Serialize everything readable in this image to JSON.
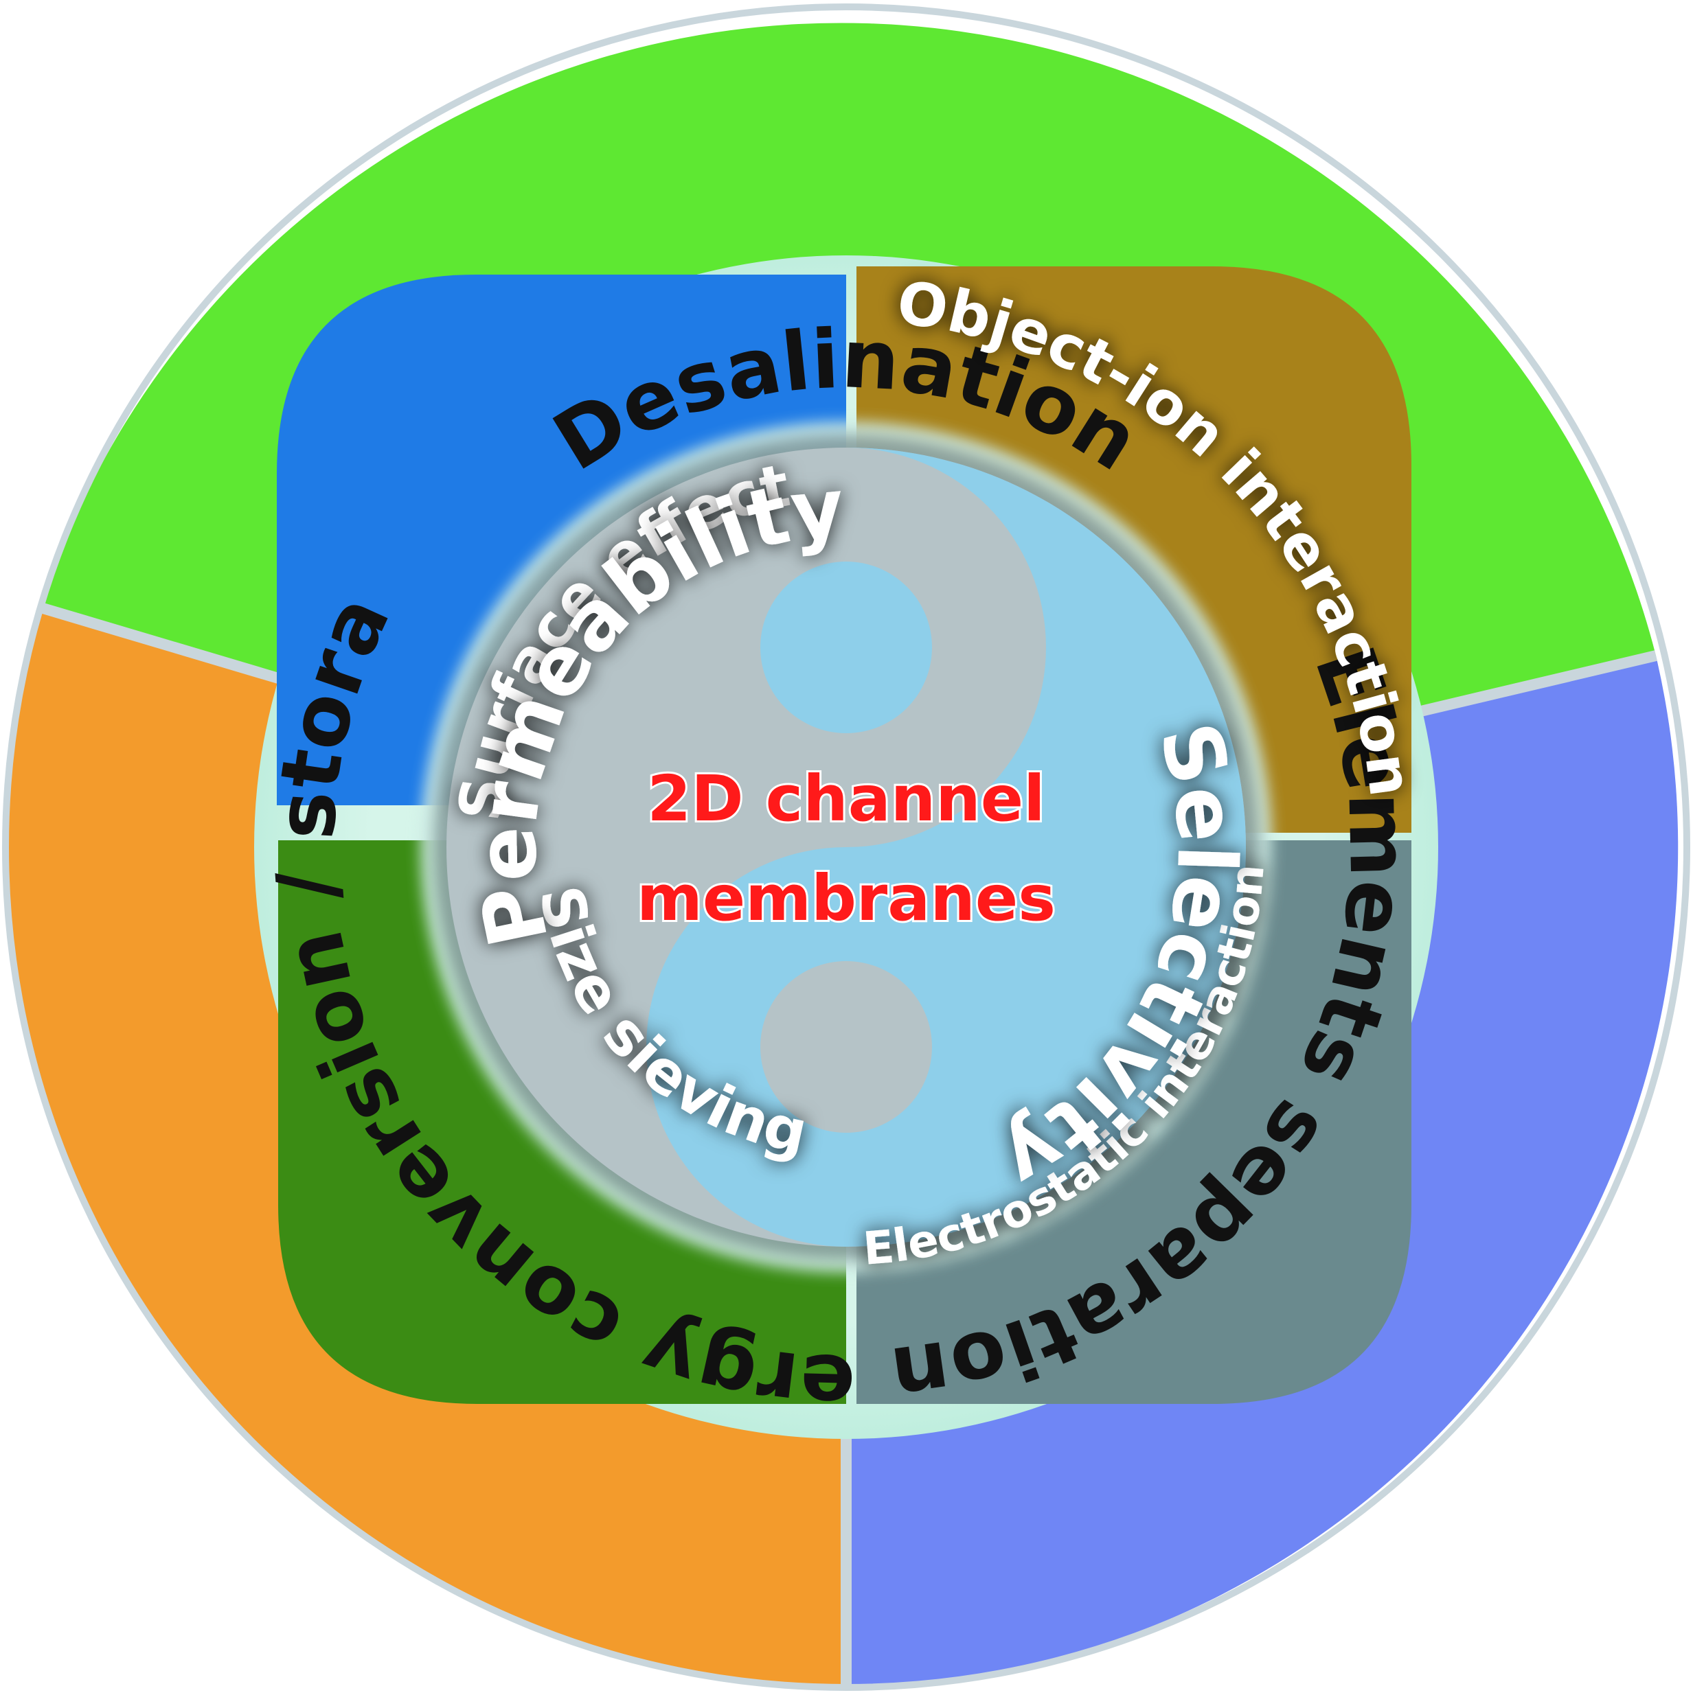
{
  "center": {
    "line1": "2D channel",
    "line2": "membranes",
    "color": "#ff1a1a"
  },
  "core": {
    "permeability": "Permeability",
    "selectivity": "Selectivity",
    "yin_color": "#b5c3c7",
    "yang_color": "#8ecfea"
  },
  "mechanisms": {
    "surface_effect": {
      "label": "Surface effect",
      "color": "#1f7be6"
    },
    "object_ion": {
      "label": "Object-ion interaction",
      "color": "#a8821a"
    },
    "size_sieving": {
      "label": "Size sieving",
      "color": "#3b8c14"
    },
    "electrostatic": {
      "label": "Electrostatic interaction",
      "color": "#6a8a8e"
    }
  },
  "applications": {
    "desalination": {
      "label": "Desalination",
      "color": "#5ee832"
    },
    "energy": {
      "label": "Energy conversion / storage",
      "color": "#f39b2c"
    },
    "elements": {
      "label": "Elements separation",
      "color": "#6f86f5"
    }
  }
}
